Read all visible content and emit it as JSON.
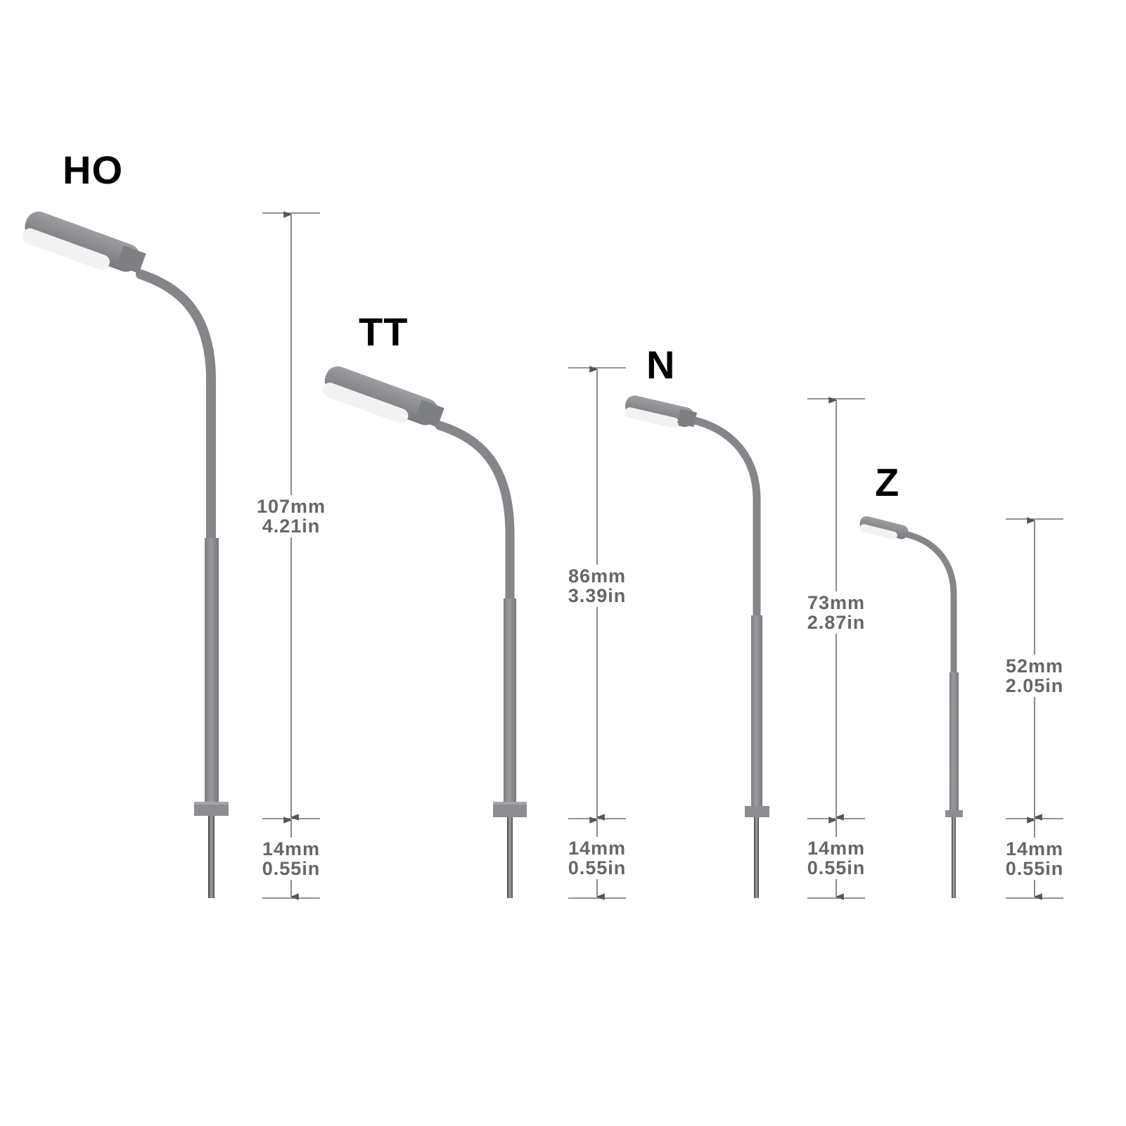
{
  "colors": {
    "background": "#ffffff",
    "lamp_body": "#8a8b8e",
    "lamp_body_dark": "#75777a",
    "lamp_light": "#f2f2f2",
    "pin_metal": "#6b6b6b",
    "dimension_line": "#555555",
    "dimension_text": "#666666",
    "scale_text": "#000000"
  },
  "lamps": [
    {
      "scale": "HO",
      "height_mm": "107mm",
      "height_in": "4.21in",
      "pin_mm": "14mm",
      "pin_in": "0.55in"
    },
    {
      "scale": "TT",
      "height_mm": "86mm",
      "height_in": "3.39in",
      "pin_mm": "14mm",
      "pin_in": "0.55in"
    },
    {
      "scale": "N",
      "height_mm": "73mm",
      "height_in": "2.87in",
      "pin_mm": "14mm",
      "pin_in": "0.55in"
    },
    {
      "scale": "Z",
      "height_mm": "52mm",
      "height_in": "2.05in",
      "pin_mm": "14mm",
      "pin_in": "0.55in"
    }
  ]
}
